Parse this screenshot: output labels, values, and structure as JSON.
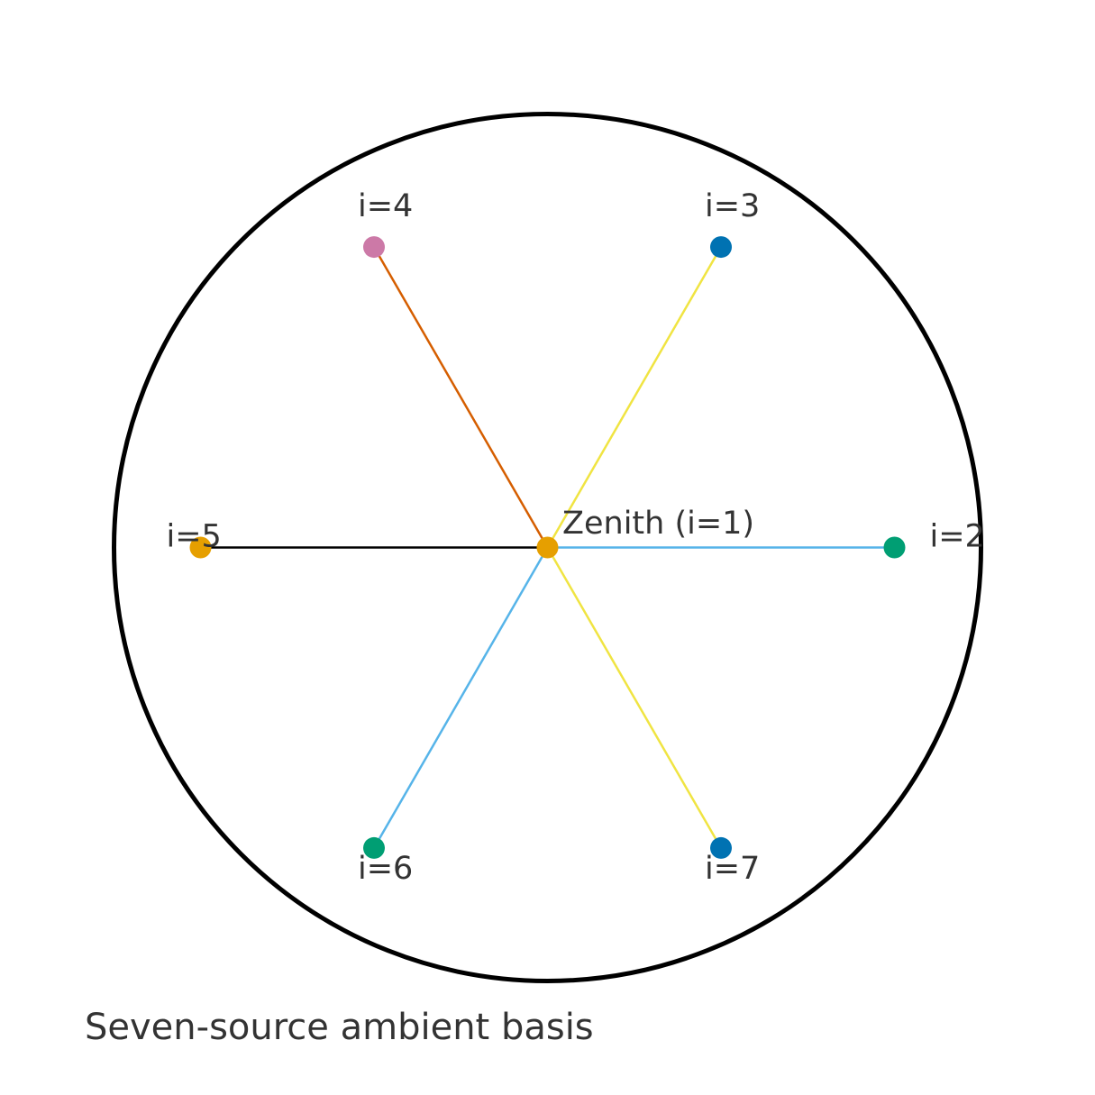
{
  "caption": "Seven-source ambient basis",
  "center_label": "Zenith (i=1)",
  "center_color": "#E69F00",
  "sources": [
    {
      "label": "i=2",
      "azimuth_deg": 0,
      "dot_color": "#009E73",
      "ray_color": "#56B4E9"
    },
    {
      "label": "i=3",
      "azimuth_deg": 60,
      "dot_color": "#0072B2",
      "ray_color": "#F0E442"
    },
    {
      "label": "i=4",
      "azimuth_deg": 120,
      "dot_color": "#CC79A7",
      "ray_color": "#D55E00"
    },
    {
      "label": "i=5",
      "azimuth_deg": 180,
      "dot_color": "#E69F00",
      "ray_color": "#000000"
    },
    {
      "label": "i=6",
      "azimuth_deg": 240,
      "dot_color": "#009E73",
      "ray_color": "#56B4E9"
    },
    {
      "label": "i=7",
      "azimuth_deg": 300,
      "dot_color": "#0072B2",
      "ray_color": "#F0E442"
    }
  ]
}
